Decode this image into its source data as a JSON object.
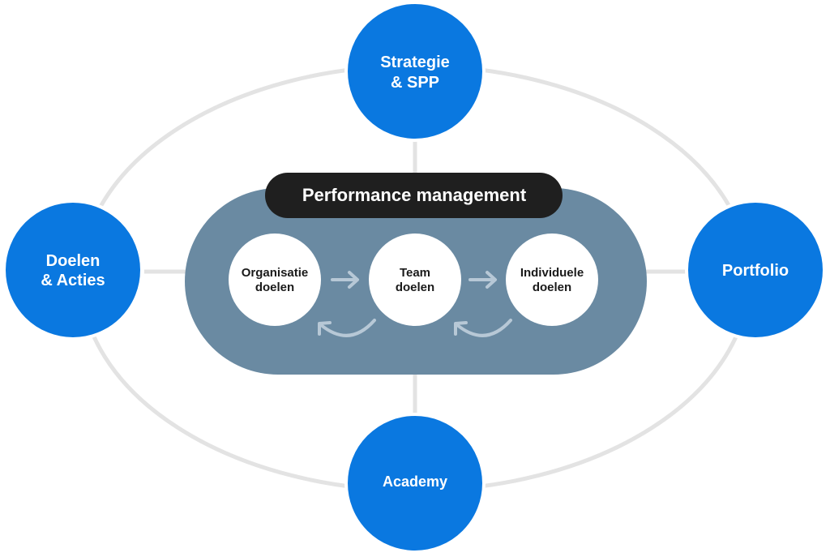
{
  "colors": {
    "node_blue": "#0a78e0",
    "node_border": "#ffffff",
    "ring": "#e3e3e3",
    "pill": "#6a8aa2",
    "title_bar": "#1f1f1f",
    "inner_circle": "#ffffff",
    "arrow": "#b7c8d6"
  },
  "title": "Performance management",
  "outer_nodes": {
    "top": {
      "lines": [
        "Strategie",
        "& SPP"
      ]
    },
    "left": {
      "lines": [
        "Doelen",
        "& Acties"
      ]
    },
    "right": {
      "lines": [
        "Portfolio"
      ]
    },
    "bottom": {
      "lines": [
        "Academy"
      ]
    }
  },
  "inner_nodes": [
    {
      "lines": [
        "Organisatie",
        "doelen"
      ]
    },
    {
      "lines": [
        "Team",
        "doelen"
      ]
    },
    {
      "lines": [
        "Individuele",
        "doelen"
      ]
    }
  ],
  "icons": {
    "forward_arrow": "arrow-right-icon",
    "feedback_arrow": "curved-arrow-back-icon"
  }
}
